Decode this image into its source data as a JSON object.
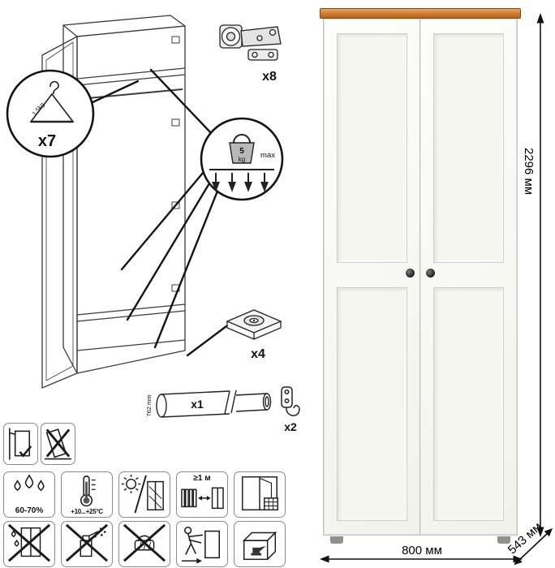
{
  "parts": {
    "hanger": {
      "capacity": "1.5kg",
      "count": "x7"
    },
    "hinge": {
      "count": "x8"
    },
    "load": {
      "value": "5",
      "unit": "kg",
      "note": "max"
    },
    "foot": {
      "count": "x4"
    },
    "tube": {
      "count": "x1",
      "length": "762 mm"
    },
    "hook": {
      "count": "x2"
    }
  },
  "dimensions": {
    "height": "2296 мм",
    "width": "800 мм",
    "depth": "543 мм"
  },
  "care": {
    "humidity": "60-70%",
    "temperature": "+10...+25°C",
    "distance": "≥1 м"
  },
  "colors": {
    "trim": "#cd7a31",
    "body": "#fbfbf8",
    "line": "#111111"
  }
}
